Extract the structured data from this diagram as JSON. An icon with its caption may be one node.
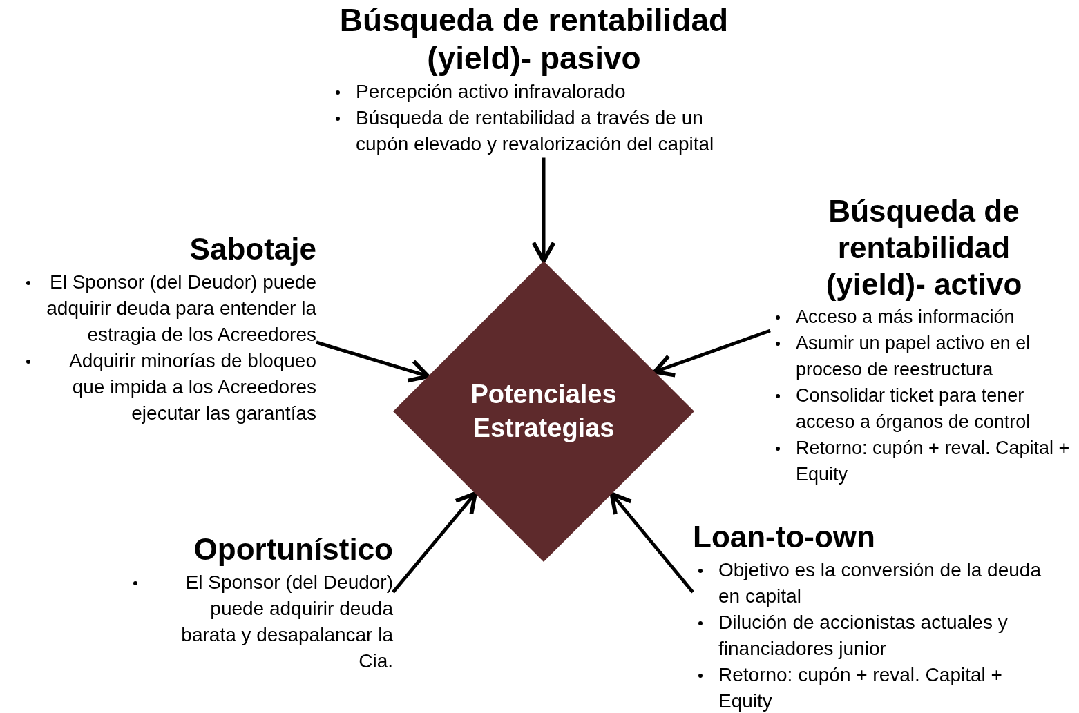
{
  "diagram": {
    "nodes": [
      {
        "text": [
          "Potenciales Estrategias"
        ]
      },
      {
        "text": [
          "Búsqueda de rentabilidad (yield)- pasivo",
          "Percepción activo infravalorado",
          "Búsqueda de rentabilidad a través de un cupón elevado y revalorización del capital"
        ]
      },
      {
        "text": [
          "Sabotaje",
          "El Sponsor (del Deudor) puede adquirir deuda para entender la estragia de los Acreedores",
          "Adquirir minorías de bloqueo que impida a los Acreedores ejecutar las garantías"
        ]
      },
      {
        "text": [
          "Búsqueda de rentabilidad (yield)- activo",
          "Acceso a más información",
          "Asumir un papel activo en el proceso de reestructura",
          "Consolidar ticket para tener acceso a órganos de control",
          "Retorno: cupón + reval. Capital + Equity"
        ]
      },
      {
        "text": [
          "Oportunístico",
          "El Sponsor (del Deudor) puede adquirir deuda barata y desapalancar la Cia."
        ]
      },
      {
        "text": [
          "Loan-to-own",
          "Objetivo es la conversión de la deuda en capital",
          "Dilución de accionistas actuales y financiadores junior",
          "Retorno: cupón + reval. Capital + Equity"
        ]
      }
    ],
    "edges": [
      {
        "from": 1,
        "to": 0,
        "arrow": "to"
      },
      {
        "from": 2,
        "to": 0,
        "arrow": "to"
      },
      {
        "from": 3,
        "to": 0,
        "arrow": "to"
      },
      {
        "from": 4,
        "to": 0,
        "arrow": "to"
      },
      {
        "from": 5,
        "to": 0,
        "arrow": "to"
      }
    ]
  }
}
